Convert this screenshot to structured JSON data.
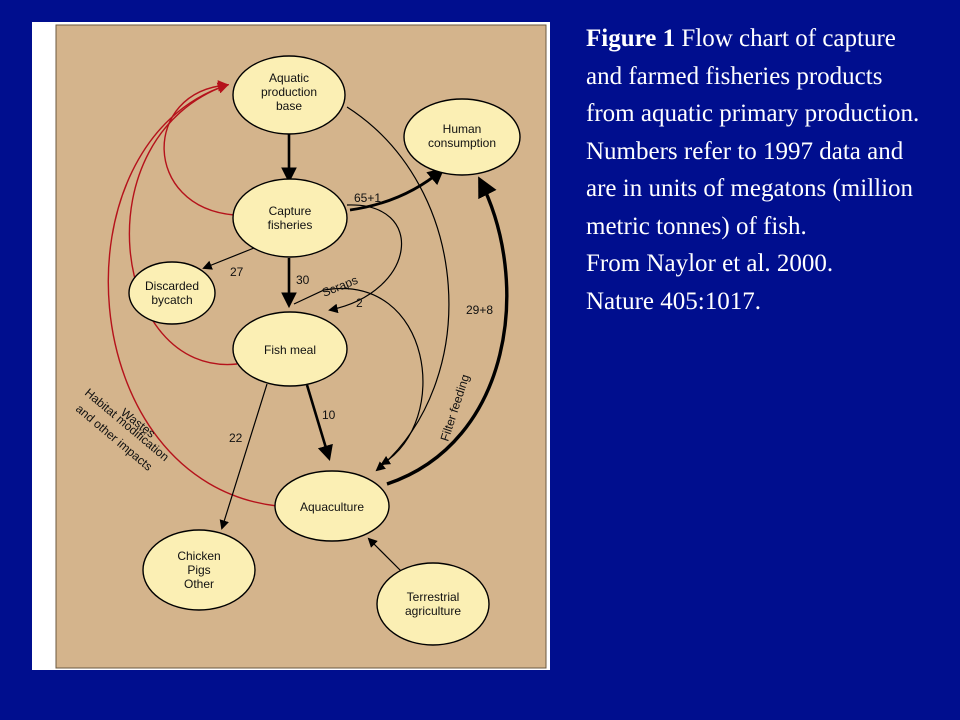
{
  "diagram": {
    "colors": {
      "panel_bg": "#d4b48c",
      "node_fill": "#fbefb4",
      "arrow_black": "#000000",
      "arrow_red": "#b5121b",
      "page_bg": "#000e8e"
    },
    "nodes": {
      "aquatic": [
        "Aquatic",
        "production",
        "base"
      ],
      "human": [
        "Human",
        "consumption"
      ],
      "capture": [
        "Capture",
        "fisheries"
      ],
      "bycatch": [
        "Discarded",
        "bycatch"
      ],
      "fishmeal": [
        "Fish meal"
      ],
      "aquaculture": [
        "Aquaculture"
      ],
      "chicken": [
        "Chicken",
        "Pigs",
        "Other"
      ],
      "terrestrial": [
        "Terrestrial",
        "agriculture"
      ]
    },
    "edge_labels": {
      "capture_to_human": "65+1",
      "capture_to_bycatch": "27",
      "capture_to_fishmeal": "30",
      "scraps": "Scraps",
      "scraps_value": "2",
      "aquaculture_to_human": "29+8",
      "filter_feeding": "Filter feeding",
      "fishmeal_to_aquaculture": "10",
      "fishmeal_to_chicken": "22",
      "wastes": "Wastes",
      "habitat_1": "Habitat modification",
      "habitat_2": "and other impacts"
    }
  },
  "caption": {
    "figure_label": "Figure 1",
    "text": " Flow chart of capture and farmed fisheries products from aquatic primary production. Numbers refer to 1997 data and are in units of megatons (million metric tonnes) of fish.",
    "source_1": "From Naylor et al. 2000.",
    "source_2": "Nature 405:1017."
  }
}
